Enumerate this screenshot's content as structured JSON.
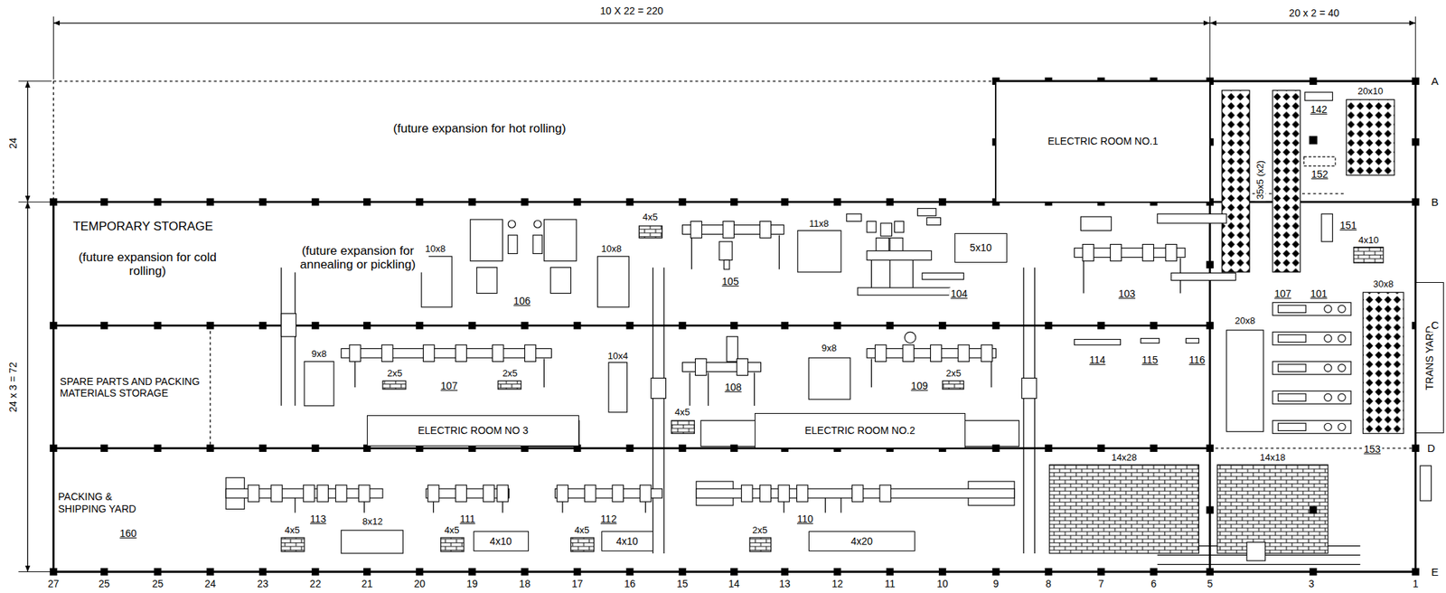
{
  "diagram": {
    "nodes": [
      {
        "text": [
          "ELECTRIC ROOM NO.1"
        ]
      },
      {
        "text": [
          "ELECTRIC ROOM NO 3"
        ]
      },
      {
        "text": [
          "ELECTRIC ROOM NO.2"
        ]
      },
      {
        "text": [
          "5x10"
        ]
      },
      {
        "text": [
          "TRANS YARD"
        ]
      },
      {
        "text": [
          "4x10"
        ]
      },
      {
        "text": [
          "4x10"
        ]
      },
      {
        "text": [
          "4x20"
        ]
      }
    ],
    "labels": [
      "10 X 22 = 220",
      "20 x 2 = 40",
      "24",
      "24 x 3 = 72",
      "A",
      "B",
      "C",
      "D",
      "E",
      "27",
      "25",
      "25",
      "24",
      "23",
      "22",
      "21",
      "20",
      "19",
      "18",
      "17",
      "16",
      "15",
      "14",
      "13",
      "12",
      "11",
      "10",
      "9",
      "8",
      "7",
      "6",
      "5",
      "3",
      "1",
      "(future expansion for hot rolling)",
      "TEMPORARY STORAGE",
      "(future expansion for cold rolling)",
      "(future expansion for annealing or pickling)",
      "SPARE PARTS AND PACKING MATERIALS STORAGE",
      "PACKING & SHIPPING YARD",
      "160",
      "10x8",
      "106",
      "10x8",
      "4x5",
      "105",
      "11x8",
      "104",
      "103",
      "142",
      "152",
      "151",
      "20x10",
      "35x5 (x2)",
      "4x10",
      "9x8",
      "2x5",
      "107",
      "2x5",
      "10x4",
      "4x5",
      "108",
      "9x8",
      "109",
      "2x5",
      "114",
      "115",
      "116",
      "107",
      "101",
      "20x8",
      "30x8",
      "113",
      "4x5",
      "8x12",
      "111",
      "4x5",
      "112",
      "4x5",
      "2x5",
      "110",
      "14x28",
      "14x18",
      "153"
    ]
  }
}
